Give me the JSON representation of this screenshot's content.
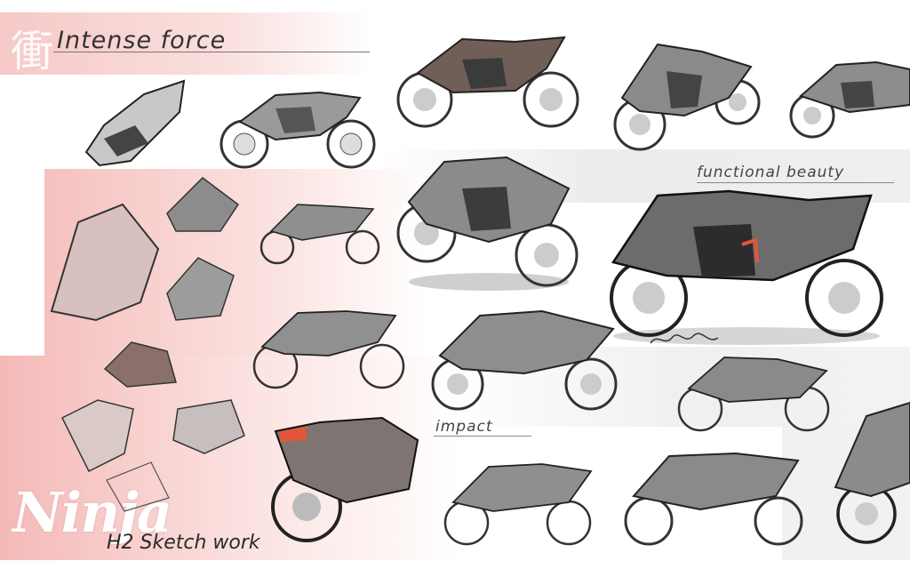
{
  "background_kanji": "衝",
  "headings": {
    "intense": "Intense force",
    "functional": "functional beauty",
    "impact": "impact",
    "series": "H2 Sketch work"
  },
  "brand_logo_text": "Ninja",
  "colors": {
    "pink_band": "#f6c9c7",
    "grey_band": "#ececec",
    "sketch_ink": "#3a3a3a",
    "accent_light": "#e2553a"
  }
}
